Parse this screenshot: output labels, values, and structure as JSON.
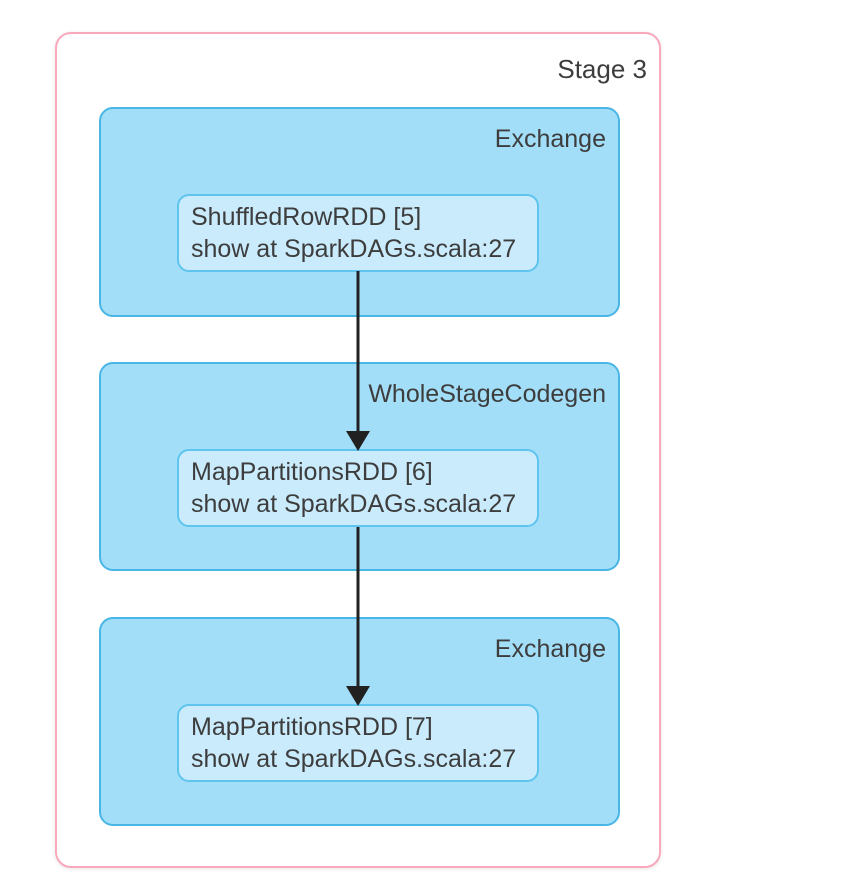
{
  "stage": {
    "label": "Stage 3",
    "operators": [
      {
        "label": "Exchange",
        "node": {
          "name": "ShuffledRowRDD [5]",
          "callsite": "show at SparkDAGs.scala:27"
        }
      },
      {
        "label": "WholeStageCodegen",
        "node": {
          "name": "MapPartitionsRDD [6]",
          "callsite": "show at SparkDAGs.scala:27"
        }
      },
      {
        "label": "Exchange",
        "node": {
          "name": "MapPartitionsRDD [7]",
          "callsite": "show at SparkDAGs.scala:27"
        }
      }
    ],
    "edges": [
      {
        "from": "ShuffledRowRDD [5]",
        "to": "MapPartitionsRDD [6]"
      },
      {
        "from": "MapPartitionsRDD [6]",
        "to": "MapPartitionsRDD [7]"
      }
    ]
  },
  "colors": {
    "background": "#ffffff",
    "stage_border": "#f8a9bb",
    "operator_fill": "#a3def9",
    "operator_border": "#49b6e6",
    "node_fill": "#c9ebfc",
    "node_border": "#5fc4ee",
    "text": "#3d3d3d",
    "edge": "#212121"
  }
}
